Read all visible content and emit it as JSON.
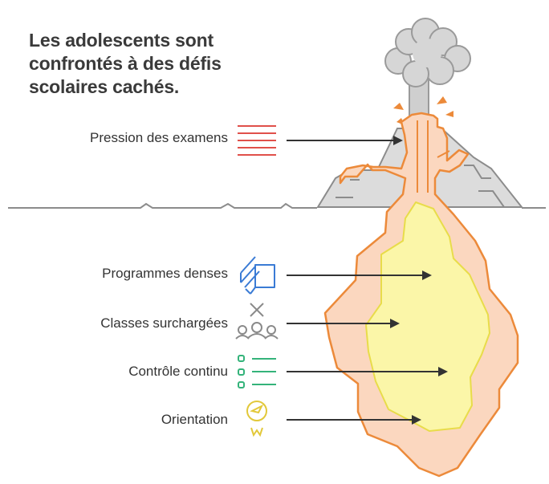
{
  "title": "Les adolescents sont confrontés à des défis scolaires cachés.",
  "items": [
    {
      "label": "Pression des examens",
      "icon": "lines-icon",
      "color": "#e0504a"
    },
    {
      "label": "Programmes denses",
      "icon": "stacked-pages-icon",
      "color": "#3a7bd5"
    },
    {
      "label": "Classes surchargées",
      "icon": "crowd-icon",
      "color": "#8a8a8a"
    },
    {
      "label": "Contrôle continu",
      "icon": "checklist-icon",
      "color": "#34b37a"
    },
    {
      "label": "Orientation",
      "icon": "compass-icon",
      "color": "#e2c83a"
    }
  ],
  "colors": {
    "magma_outer": "#fbd7bf",
    "magma_outline": "#ec8a3a",
    "magma_core": "#fbf6a8",
    "magma_core_outline": "#e8dc4a",
    "mountain": "#dcdcdc",
    "smoke": "#d4d4d4"
  }
}
